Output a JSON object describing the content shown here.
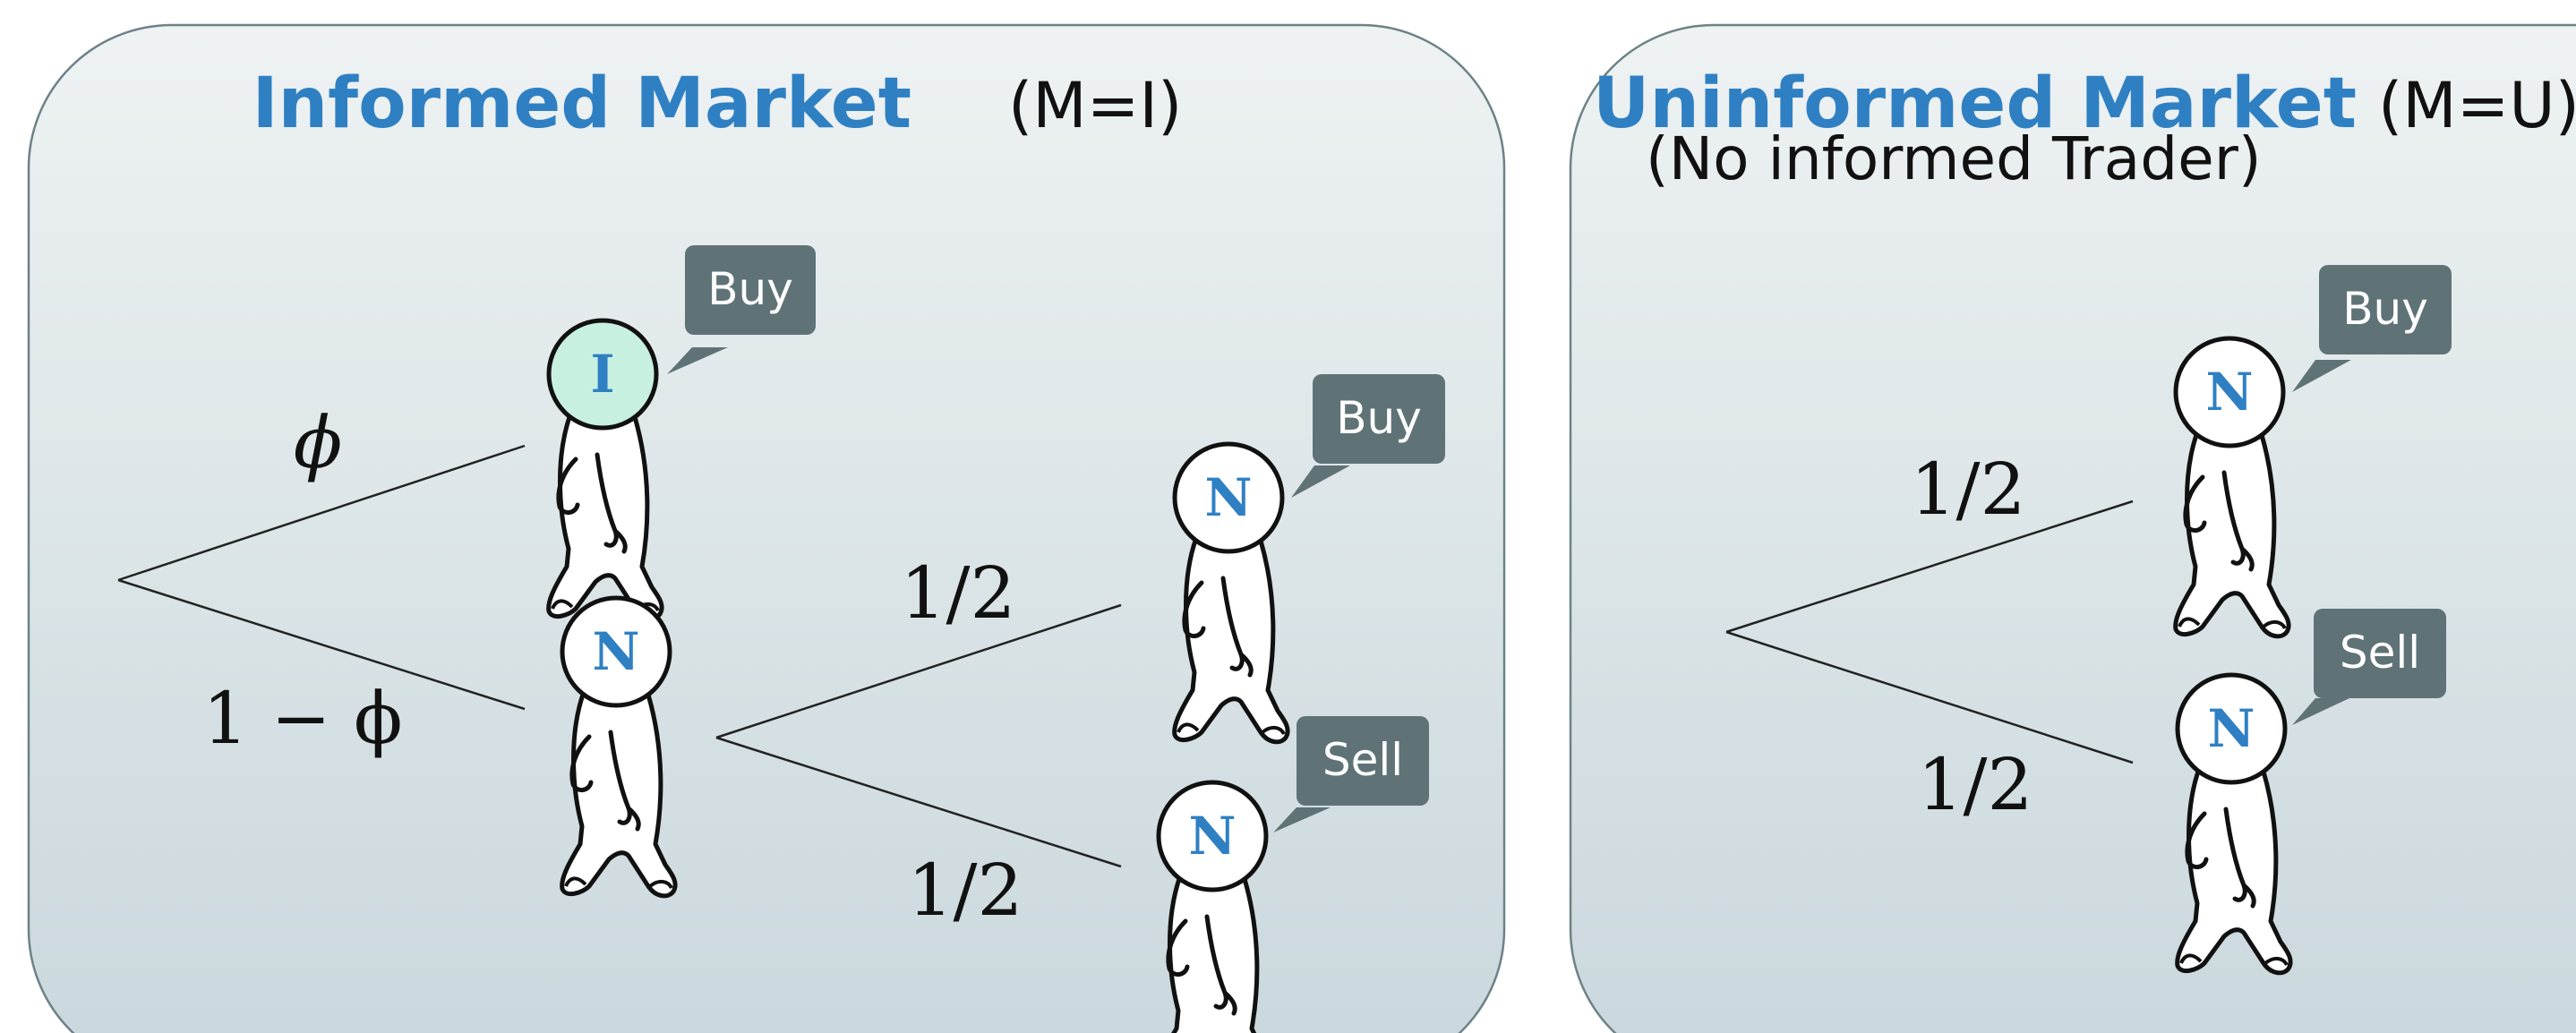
{
  "panels": [
    {
      "id": "informed",
      "title_bold": "Informed Market",
      "title_code": "(M=I)",
      "subtitle": "",
      "probabilities": {
        "informed_branch": "ϕ",
        "noise_branch": "1 − ϕ",
        "noise_buy": "1/2",
        "noise_sell": "1/2"
      },
      "traders": [
        {
          "id": "informed-trader",
          "head_letter": "I",
          "action": "Buy"
        },
        {
          "id": "noise-trader-buy",
          "head_letter": "N",
          "action": "Buy"
        },
        {
          "id": "noise-trader-parent",
          "head_letter": "N",
          "action": ""
        },
        {
          "id": "noise-trader-sell",
          "head_letter": "N",
          "action": "Sell"
        }
      ]
    },
    {
      "id": "uninformed",
      "title_bold": "Uninformed Market",
      "title_code": "(M=U)",
      "subtitle": "(No informed Trader)",
      "probabilities": {
        "buy": "1/2",
        "sell": "1/2"
      },
      "traders": [
        {
          "id": "noise-trader-buy",
          "head_letter": "N",
          "action": "Buy"
        },
        {
          "id": "noise-trader-sell",
          "head_letter": "N",
          "action": "Sell"
        }
      ]
    }
  ],
  "colors": {
    "title_blue": "#2f80c3",
    "panel_top": "#eef2f3",
    "panel_bottom": "#c9d7dc",
    "bubble": "#5f7377",
    "informed_head": "#c8f0e0"
  },
  "icons": [
    "walking-person-icon",
    "speech-bubble-icon"
  ]
}
